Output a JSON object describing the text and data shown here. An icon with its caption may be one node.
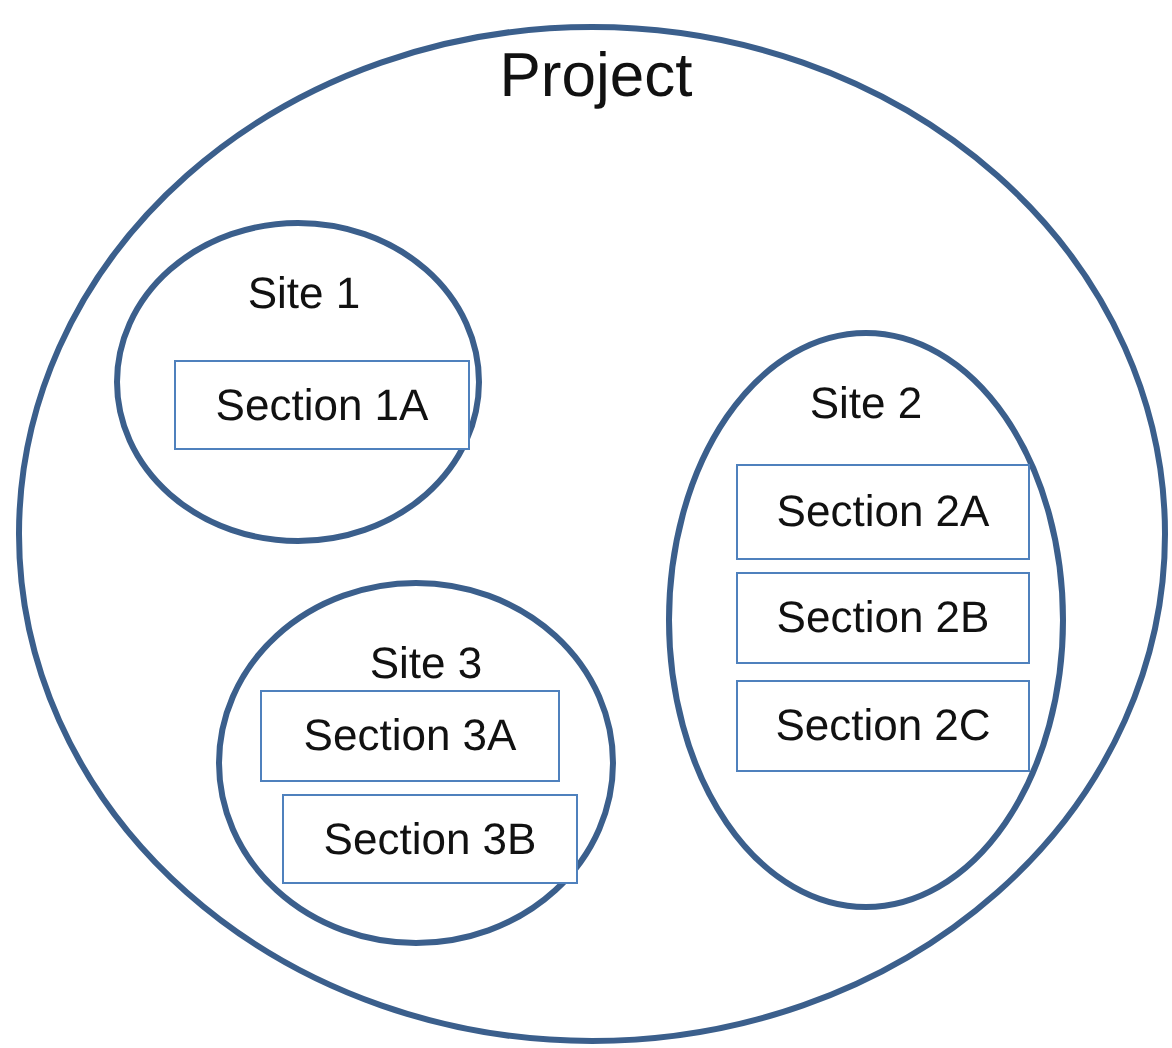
{
  "diagram": {
    "nodes": [
      {
        "text": [
          "Project"
        ]
      },
      {
        "text": [
          "Site 1"
        ],
        "in": 0
      },
      {
        "text": [
          "Section 1A"
        ],
        "in": 1
      },
      {
        "text": [
          "Site 2"
        ],
        "in": 0
      },
      {
        "text": [
          "Section 2A"
        ],
        "in": 3
      },
      {
        "text": [
          "Section 2B"
        ],
        "in": 3
      },
      {
        "text": [
          "Section 2C"
        ],
        "in": 3
      },
      {
        "text": [
          "Site 3"
        ],
        "in": 0
      },
      {
        "text": [
          "Section 3A"
        ],
        "in": 7
      },
      {
        "text": [
          "Section 3B"
        ],
        "in": 7
      }
    ]
  }
}
